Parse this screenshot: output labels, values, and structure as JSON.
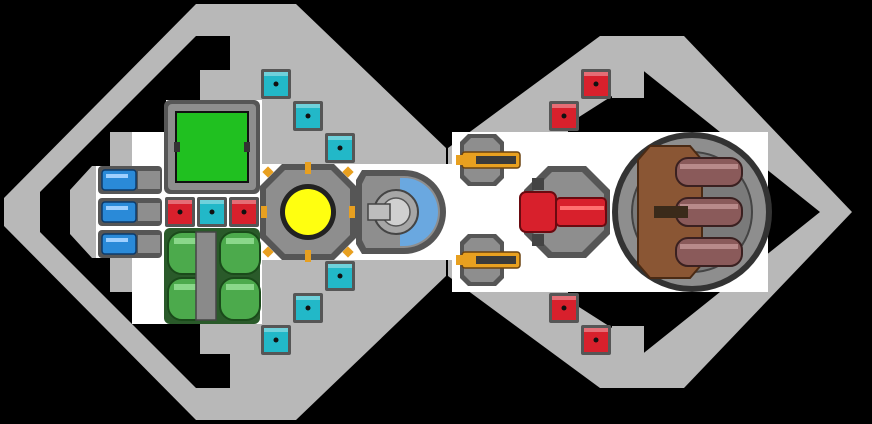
{
  "colors": {
    "background": "#000000",
    "hull": "#b8b8b8",
    "floor": "#ffffff",
    "panel": "#8e8e8e",
    "panel_dark": "#565656",
    "shield_cyan": "#22b8c8",
    "weapon_red": "#d8202c",
    "monitor_green": "#20c020",
    "reactor_yellow": "#ffff10",
    "gold": "#e8a020",
    "tank_green": "#4caa4c",
    "thruster_blue": "#2a8ad8",
    "hatch_brown": "#8a5634",
    "barrel": "#8a5a5a"
  },
  "modules": [
    {
      "name": "cyan-node-1",
      "kind": "cyan-node"
    },
    {
      "name": "cyan-node-2",
      "kind": "cyan-node"
    },
    {
      "name": "cyan-node-3",
      "kind": "cyan-node"
    },
    {
      "name": "cyan-node-4",
      "kind": "cyan-node"
    },
    {
      "name": "cyan-node-5",
      "kind": "cyan-node"
    },
    {
      "name": "cyan-node-6",
      "kind": "cyan-node"
    },
    {
      "name": "cyan-node-7",
      "kind": "cyan-node"
    },
    {
      "name": "red-node-1",
      "kind": "red-node"
    },
    {
      "name": "red-node-2",
      "kind": "red-node"
    },
    {
      "name": "red-node-3",
      "kind": "red-node"
    },
    {
      "name": "red-node-4",
      "kind": "red-node"
    },
    {
      "name": "red-node-5",
      "kind": "red-node"
    },
    {
      "name": "red-node-6",
      "kind": "red-node"
    },
    {
      "name": "monitor-console",
      "kind": "monitor"
    },
    {
      "name": "reactor-core",
      "kind": "reactor"
    },
    {
      "name": "cockpit-dome",
      "kind": "cockpit"
    },
    {
      "name": "turret-top",
      "kind": "turret"
    },
    {
      "name": "turret-bottom",
      "kind": "turret"
    },
    {
      "name": "red-cannon",
      "kind": "cannon"
    },
    {
      "name": "missile-silo",
      "kind": "silo"
    },
    {
      "name": "thruster-1",
      "kind": "thruster"
    },
    {
      "name": "thruster-2",
      "kind": "thruster"
    },
    {
      "name": "thruster-3",
      "kind": "thruster"
    },
    {
      "name": "fuel-tanks",
      "kind": "tanks"
    }
  ]
}
